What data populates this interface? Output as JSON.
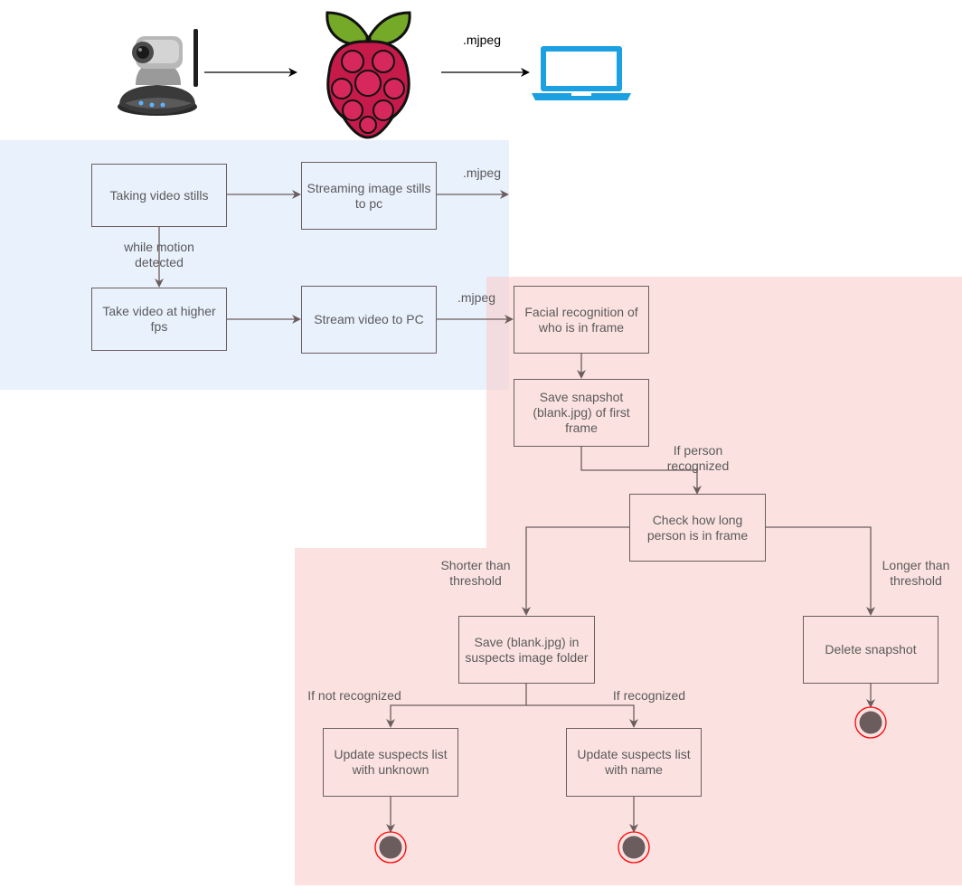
{
  "top_row": {
    "stream_label": ".mjpeg"
  },
  "nodes": {
    "taking_stills": "Taking video stills",
    "streaming_stills": "Streaming image stills to pc",
    "take_video": "Take video at higher fps",
    "stream_video": "Stream video to PC",
    "facial_recognition": "Facial recognition of who is in frame",
    "save_snapshot": "Save snapshot (blank.jpg) of first frame",
    "check_duration": "Check how long person is in frame",
    "save_suspects": "Save (blank.jpg) in suspects image folder",
    "delete_snapshot": "Delete snapshot",
    "update_unknown": "Update suspects list with unknown",
    "update_name": "Update suspects list with name"
  },
  "edge_labels": {
    "stills_mjpeg": ".mjpeg",
    "motion": "while motion detected",
    "video_mjpeg": ".mjpeg",
    "person_recognized": "If person recognized",
    "shorter": "Shorter than threshold",
    "longer": "Longer than threshold",
    "not_recognized": "If not recognized",
    "recognized": "If recognized"
  },
  "icons": [
    "ip-camera-icon",
    "raspberry-pi-icon",
    "laptop-icon",
    "end-node-icon"
  ],
  "colors": {
    "pi_region": "#dae8fc",
    "pc_region": "#f8cecc",
    "laptop": "#1ba1e2",
    "raspberry": "#c51a4a",
    "leaf": "#75a928",
    "end_node_ring": "#ff0000",
    "end_node_fill": "#6b5d5d"
  }
}
